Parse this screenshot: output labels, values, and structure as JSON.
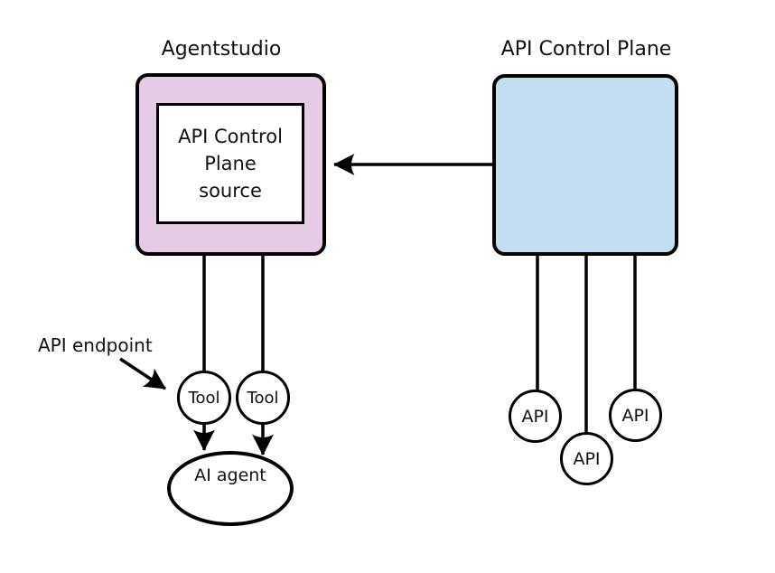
{
  "diagram": {
    "background": "#ffffff",
    "stroke_color": "#000000",
    "agentstudio": {
      "title": "Agentstudio",
      "fill": "#e6cbe4",
      "source_box": {
        "fill": "#ffffff",
        "lines": [
          "API Control",
          "Plane",
          "source"
        ]
      }
    },
    "api_control_plane": {
      "title": "API Control Plane",
      "fill": "#c3deef"
    },
    "annotation": {
      "label": "API endpoint"
    },
    "tools": [
      {
        "label": "Tool"
      },
      {
        "label": "Tool"
      }
    ],
    "agent": {
      "label": "AI agent"
    },
    "apis": [
      {
        "label": "API"
      },
      {
        "label": "API"
      },
      {
        "label": "API"
      }
    ]
  }
}
